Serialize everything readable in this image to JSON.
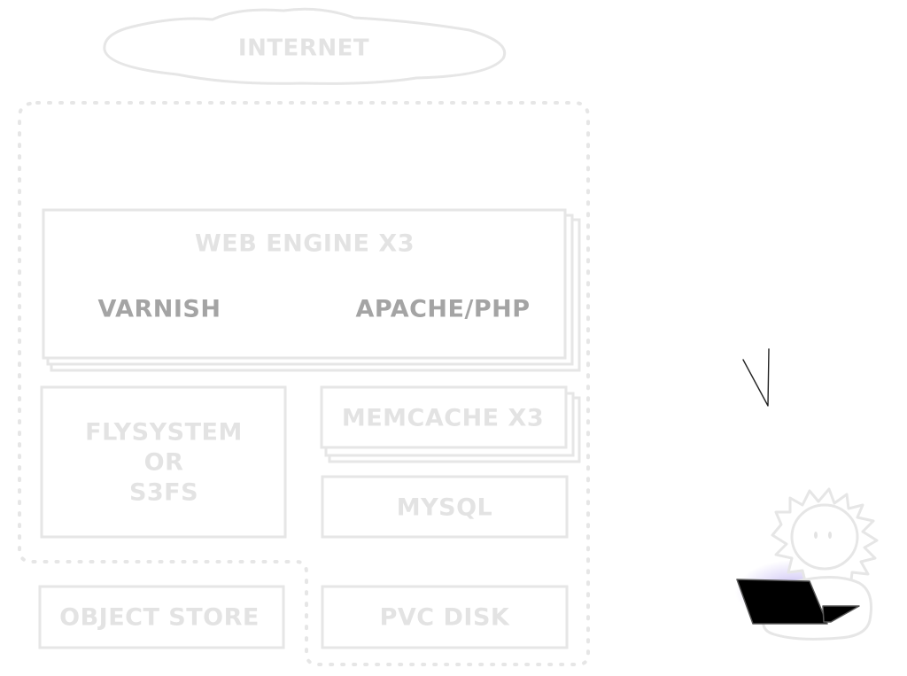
{
  "diagram": {
    "internet": "INTERNET",
    "web_engine": {
      "title": "WEB ENGINE X3",
      "varnish": "VARNISH",
      "apache": "APACHE/PHP"
    },
    "flysystem": {
      "line1": "FLYSYSTEM",
      "line2": "OR",
      "line3": "S3FS"
    },
    "memcache": "MEMCACHE X3",
    "mysql": "MYSQL",
    "object_store": "OBJECT STORE",
    "pvc_disk": "PVC DISK"
  },
  "colors": {
    "faint_stroke": "#e6e6e6",
    "faint_text": "#e3e3e3",
    "highlight_text": "#a4a4a4",
    "laptop": "#000000",
    "glow": "#b8aaf0"
  },
  "icons": [
    "cloud-icon",
    "laptop-icon",
    "user-character-icon"
  ]
}
